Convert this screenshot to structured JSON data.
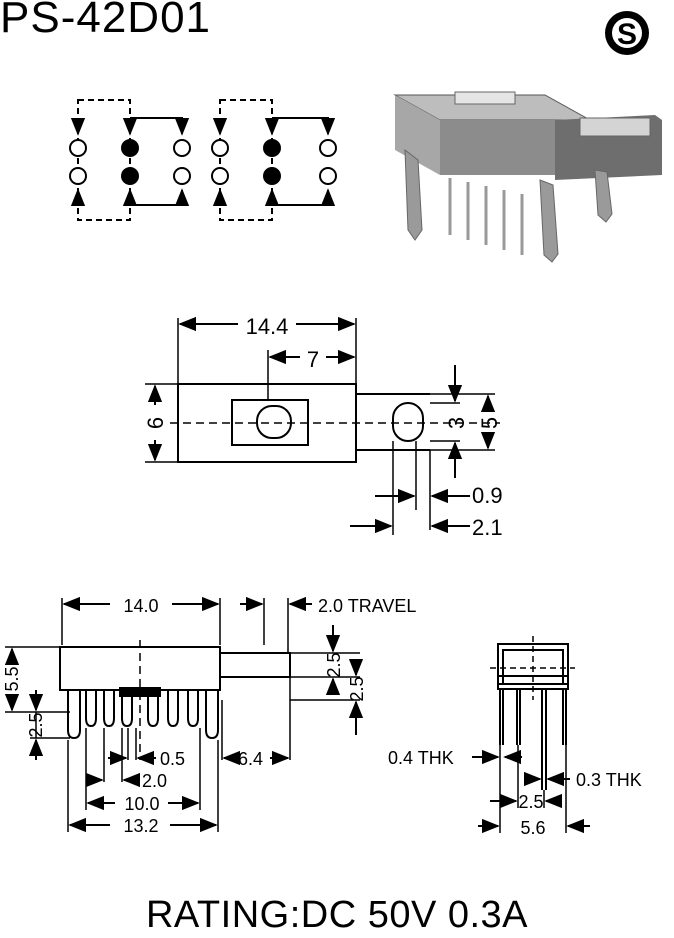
{
  "title": "PS-42D01",
  "logo_letter": "S",
  "rating": "RATING:DC 50V 0.3A",
  "top_view": {
    "overall_length": "14.4",
    "slot_length": "7",
    "body_height": "6",
    "knob_width": "3",
    "knob_height": "5",
    "knob_offset": "0.9",
    "knob_length": "2.1"
  },
  "side_view": {
    "length": "14.0",
    "travel": "2.0 TRAVEL",
    "height_total": "5.5",
    "pin_height": "2.5",
    "knob_dim_a": "2.5",
    "knob_dim_b": "2.5",
    "pin_width": "0.5",
    "pitch": "2.0",
    "knob_extension": "6.4",
    "pin_span": "10.0",
    "overall": "13.2"
  },
  "end_view": {
    "thk_left": "0.4 THK",
    "thk_right": "0.3 THK",
    "pin_spacing": "2.5",
    "width": "5.6"
  }
}
